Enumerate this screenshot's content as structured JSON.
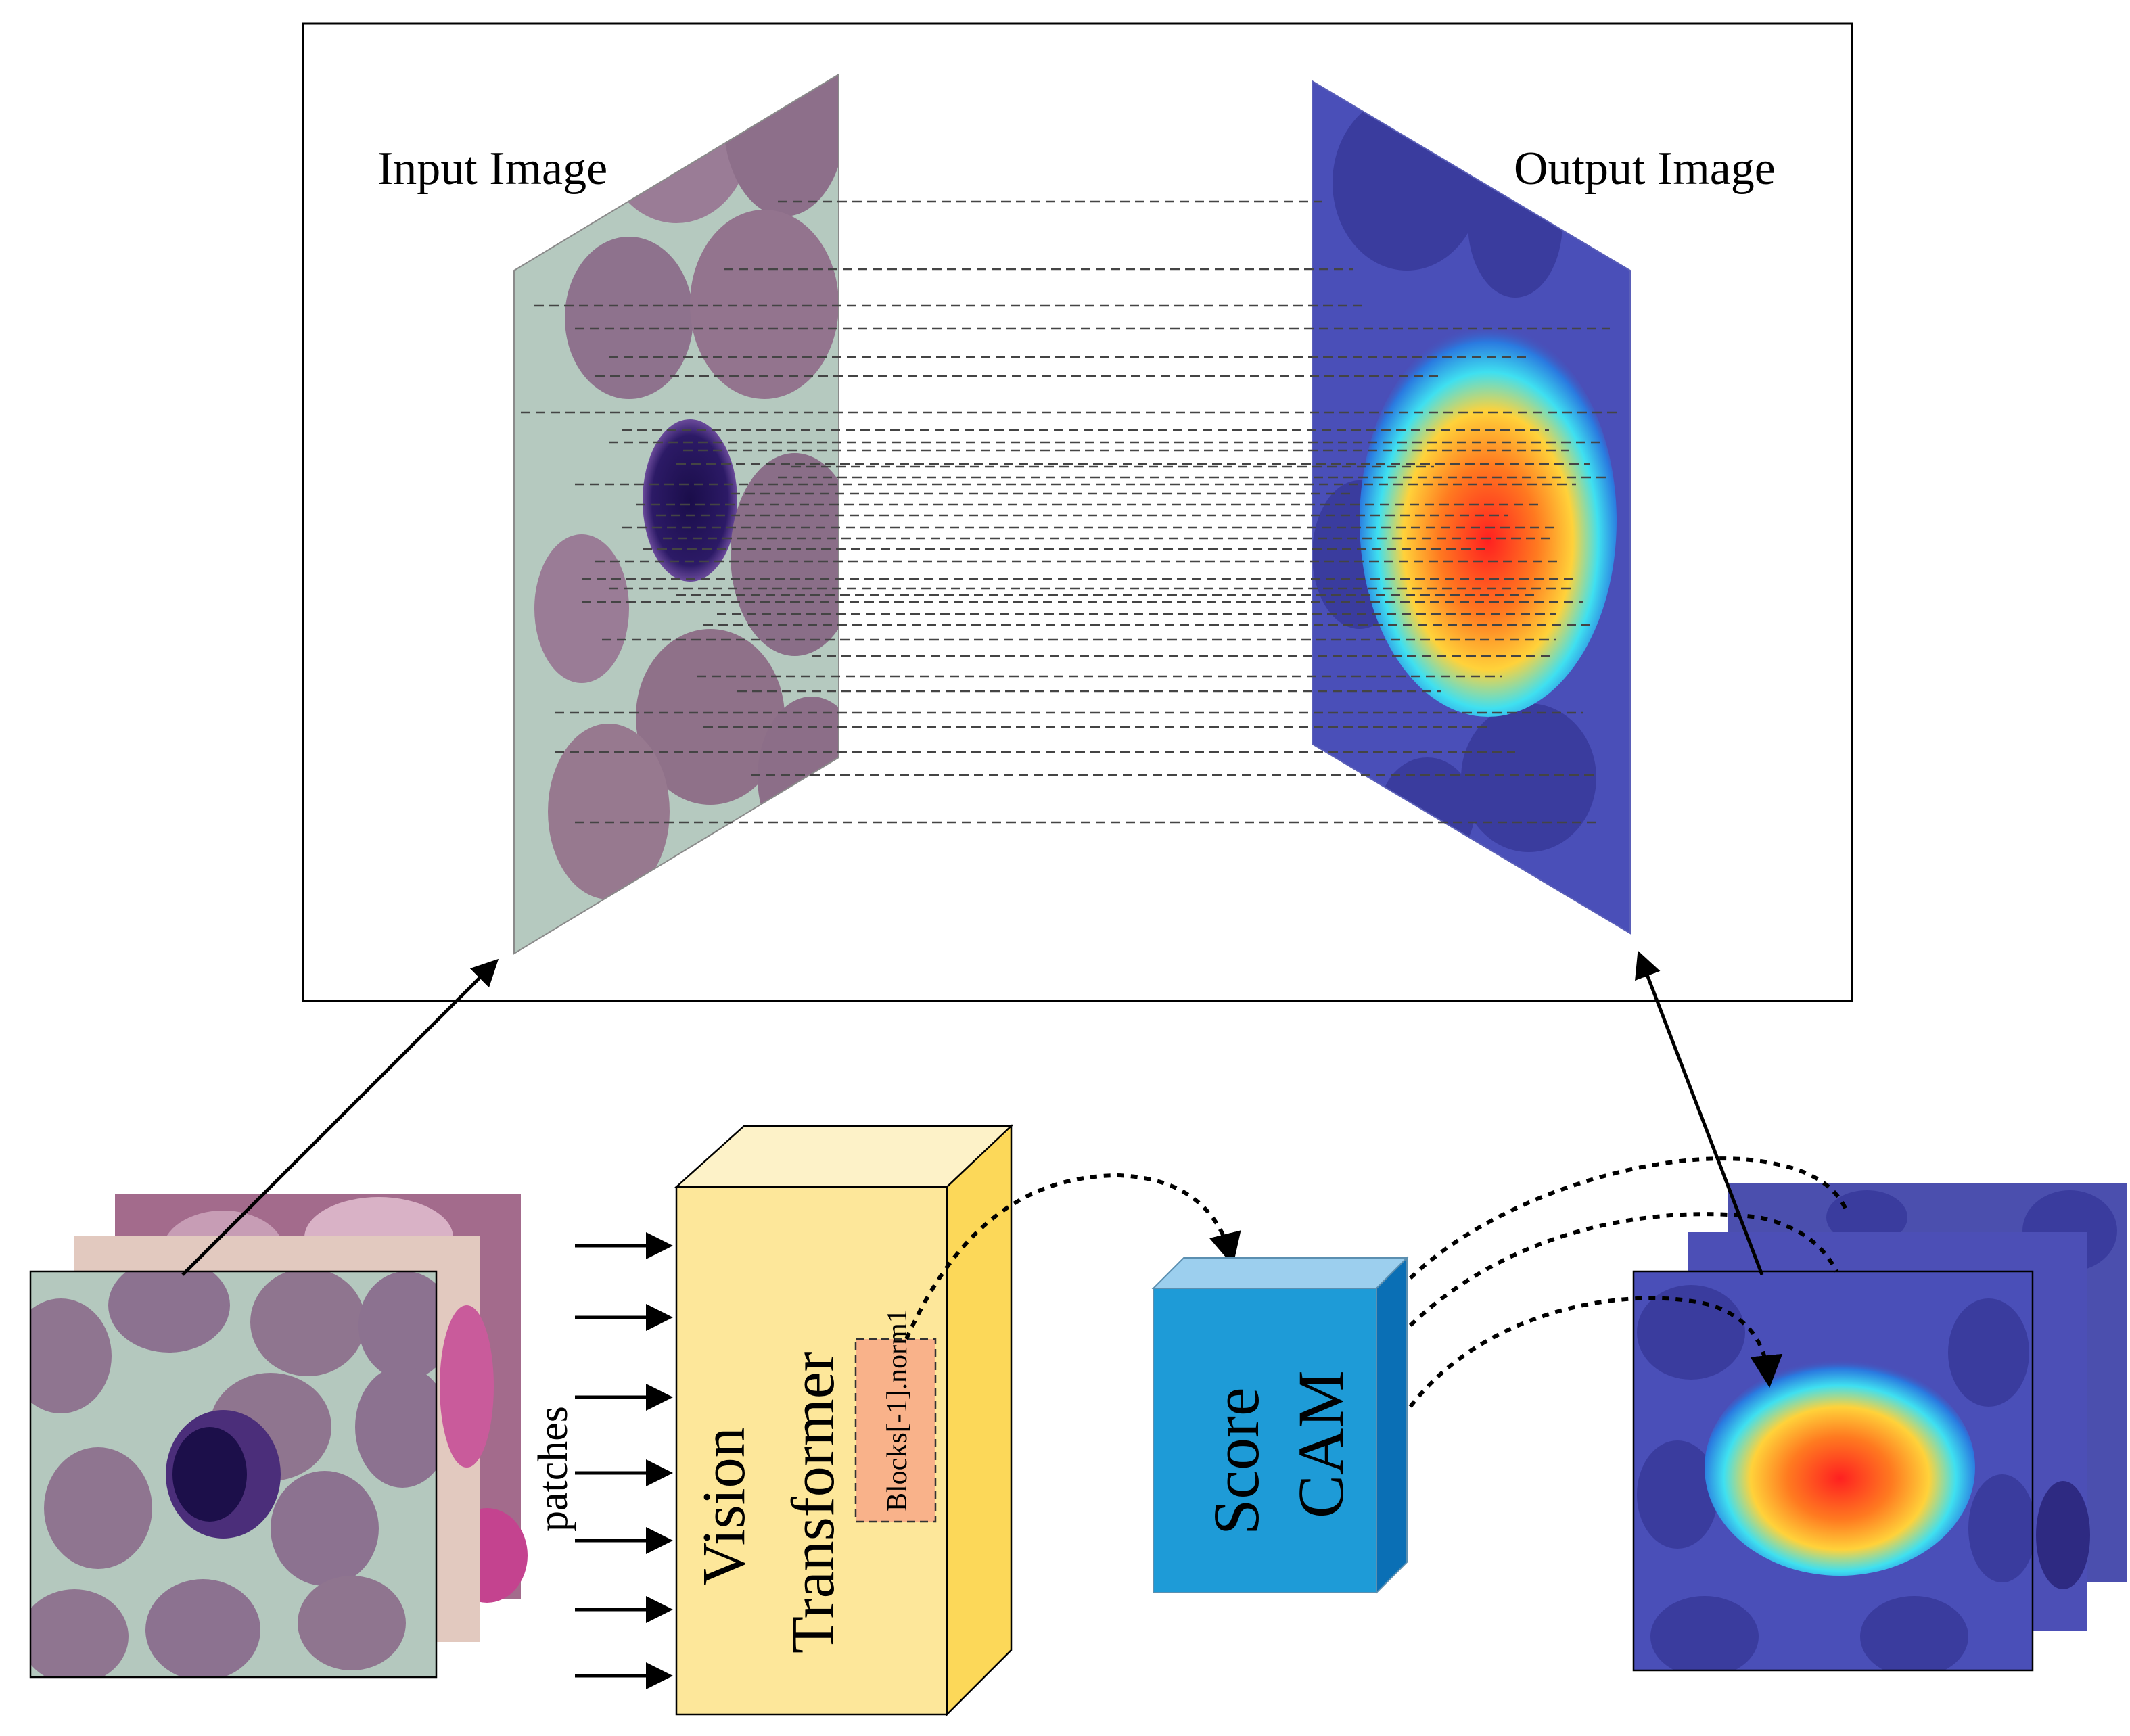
{
  "labels": {
    "input_image": "Input Image",
    "output_image": "Output Image",
    "patches": "patches",
    "vit_line1": "Vision",
    "vit_line2": "Transformer",
    "block": "Blocks[-1].norm1",
    "score_line1": "Score",
    "score_line2": "CAM"
  },
  "colors": {
    "vit_front": "#fde79a",
    "vit_top": "#fdf2c8",
    "vit_side": "#fcd859",
    "block_fill": "#f9b28a",
    "cam_front": "#1e9bd7",
    "cam_top": "#9ccfee",
    "cam_side": "#0a6fb5",
    "heat_bg": "#4a4fb8",
    "cell_red_bg": "#b2c4bb"
  }
}
